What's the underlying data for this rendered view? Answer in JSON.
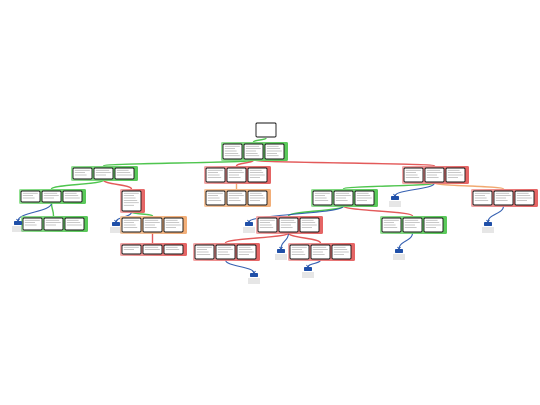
{
  "diagram": {
    "type": "decision-tree",
    "colors": {
      "green": "#3cbf3c",
      "green_bg": "#8fe08f",
      "red": "#e04848",
      "red_bg": "#f2a3a3",
      "orange": "#f0a060",
      "orange_bg": "#f6c49a",
      "blue": "#1f4fa8",
      "node_border": "#111111"
    },
    "root": {
      "id": "root",
      "text": ""
    },
    "groups": [
      {
        "id": "g1",
        "color": "green"
      },
      {
        "id": "g2",
        "color": "green"
      },
      {
        "id": "g3",
        "color": "red"
      },
      {
        "id": "g4",
        "color": "red"
      },
      {
        "id": "g5",
        "color": "green"
      },
      {
        "id": "g6",
        "color": "red"
      },
      {
        "id": "g7",
        "color": "orange"
      },
      {
        "id": "g8",
        "color": "green"
      },
      {
        "id": "g9",
        "color": "red"
      },
      {
        "id": "g10",
        "color": "green"
      },
      {
        "id": "g11",
        "color": "orange"
      },
      {
        "id": "g12",
        "color": "red"
      },
      {
        "id": "g13",
        "color": "green"
      },
      {
        "id": "g14",
        "color": "red"
      },
      {
        "id": "g15",
        "color": "red"
      },
      {
        "id": "g16",
        "color": "red"
      }
    ],
    "terminals": [
      {
        "id": "t1",
        "label": "",
        "sub": ""
      },
      {
        "id": "t2",
        "label": "",
        "sub": ""
      },
      {
        "id": "t3",
        "label": "",
        "sub": ""
      },
      {
        "id": "t4",
        "label": "",
        "sub": ""
      },
      {
        "id": "t5",
        "label": "",
        "sub": ""
      },
      {
        "id": "t6",
        "label": "",
        "sub": ""
      },
      {
        "id": "t7",
        "label": "",
        "sub": ""
      },
      {
        "id": "t8",
        "label": "",
        "sub": ""
      },
      {
        "id": "t9",
        "label": "",
        "sub": ""
      }
    ]
  }
}
